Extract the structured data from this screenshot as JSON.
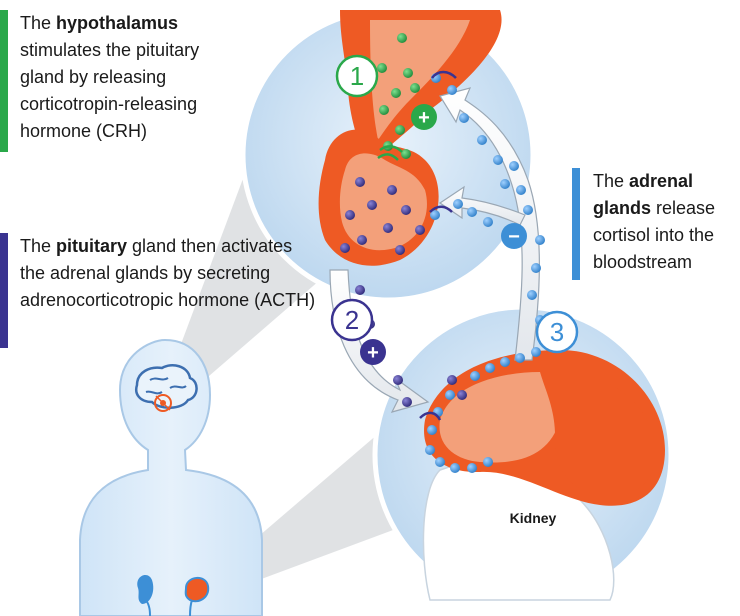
{
  "captions": {
    "hypothalamus": {
      "pre": "The ",
      "bold": "hypothalamus",
      "post": " stimulates the pituitary gland by releasing corticotropin-releasing hormone (CRH)",
      "bar_color": "#2aa84a"
    },
    "pituitary": {
      "pre": "The ",
      "bold": "pituitary",
      "post": " gland then activates the adrenal glands by secreting adrenocorticotropic hormone (ACTH)",
      "bar_color": "#3a3390"
    },
    "adrenal": {
      "pre": "The ",
      "bold": "adrenal glands",
      "post": " release cortisol into the bloodstream",
      "bar_color": "#3d8fd6"
    }
  },
  "steps": {
    "one": "1",
    "two": "2",
    "three": "3",
    "plus": "+",
    "minus": "−"
  },
  "labels": {
    "kidney": "Kidney"
  },
  "colors": {
    "crh_green": "#2aa84a",
    "acth_purple": "#3a3390",
    "cortisol_blue": "#3d8fd6",
    "gland_orange": "#ee5a24",
    "gland_tissue": "#f3a07a",
    "circle_blue": "#cfe3f4"
  }
}
